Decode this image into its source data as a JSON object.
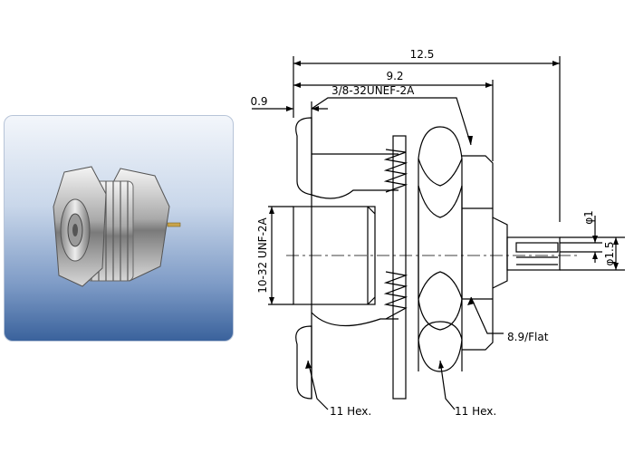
{
  "photo": {
    "icon": "bulkhead-connector-photo"
  },
  "dimensions": {
    "overall_length": "12.5",
    "body_length": "9.2",
    "flange_thickness": "0.9",
    "outer_thread": "3/8-32UNEF-2A",
    "inner_thread": "10-32 UNF-2A",
    "pin_diameter": "φ1",
    "pin_shoulder_diameter": "φ1.5",
    "flat_size": "8.9/Flat",
    "hex_left": "11 Hex.",
    "hex_right": "11 Hex."
  },
  "colors": {
    "line": "#000000",
    "panel_top": "#f3f6fb",
    "panel_bottom": "#3a629c"
  }
}
